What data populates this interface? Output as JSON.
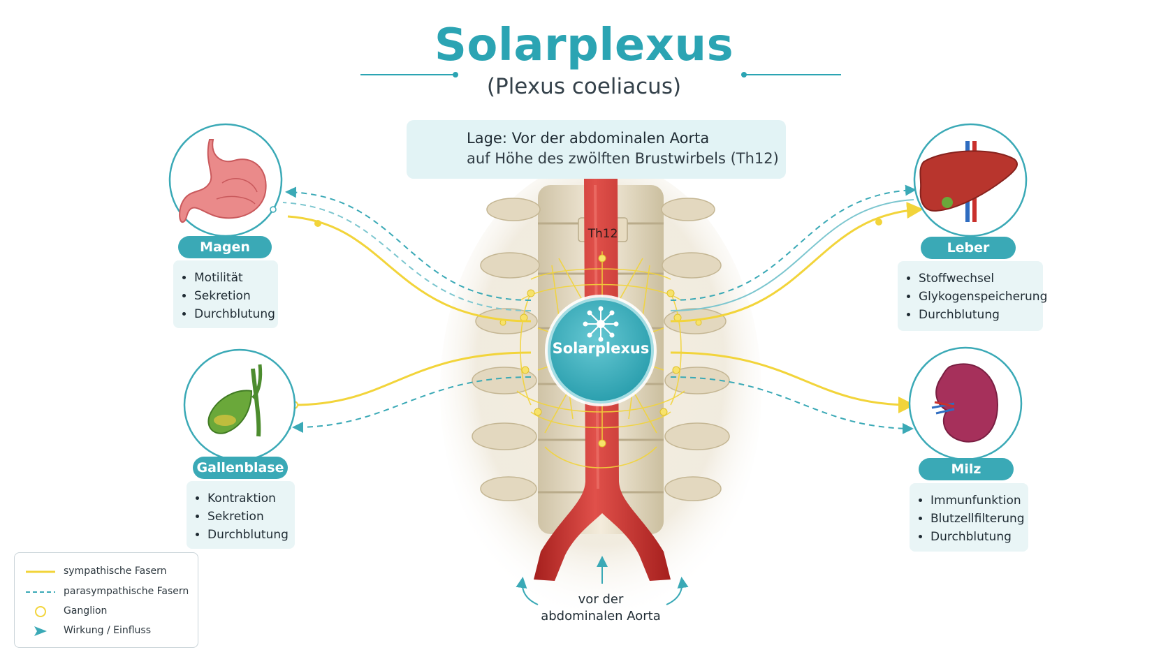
{
  "header": {
    "title": "Solarplexus",
    "subtitle": "(Plexus coeliacus)"
  },
  "location": {
    "icon": "location-pin-icon",
    "line1": "Lage: Vor der abdominalen Aorta",
    "line2": "auf Höhe des zwölften Brustwirbels (Th12)"
  },
  "center": {
    "label": "Solarplexus",
    "icon": "nerve-network-icon",
    "vertebra_label": "Th12"
  },
  "organs": {
    "magen": {
      "name": "Magen",
      "icon": "stomach-icon",
      "functions": [
        "Motilität",
        "Sekretion",
        "Durchblutung"
      ]
    },
    "gallenblase": {
      "name": "Gallenblase",
      "icon": "gallbladder-icon",
      "functions": [
        "Kontraktion",
        "Sekretion",
        "Durchblutung"
      ]
    },
    "leber": {
      "name": "Leber",
      "icon": "liver-icon",
      "functions": [
        "Stoffwechsel",
        "Glykogenspeicherung",
        "Durchblutung"
      ]
    },
    "milz": {
      "name": "Milz",
      "icon": "spleen-icon",
      "functions": [
        "Immunfunktion",
        "Blutzellfilterung",
        "Durchblutung"
      ]
    }
  },
  "aorta_note": {
    "line1": "vor der",
    "line2": "abdominalen Aorta"
  },
  "legend": {
    "sympathetic": "sympathische Fasern",
    "parasympathetic": "parasympathische Fasern",
    "ganglion": "Ganglion",
    "effect": "Wirkung / Einfluss"
  },
  "colors": {
    "accent": "#2ba4b3",
    "pill": "#3aa9b6",
    "sympathetic": "#f2d43a",
    "parasympathetic": "#3aa9b6",
    "aorta": "#c9302c"
  }
}
